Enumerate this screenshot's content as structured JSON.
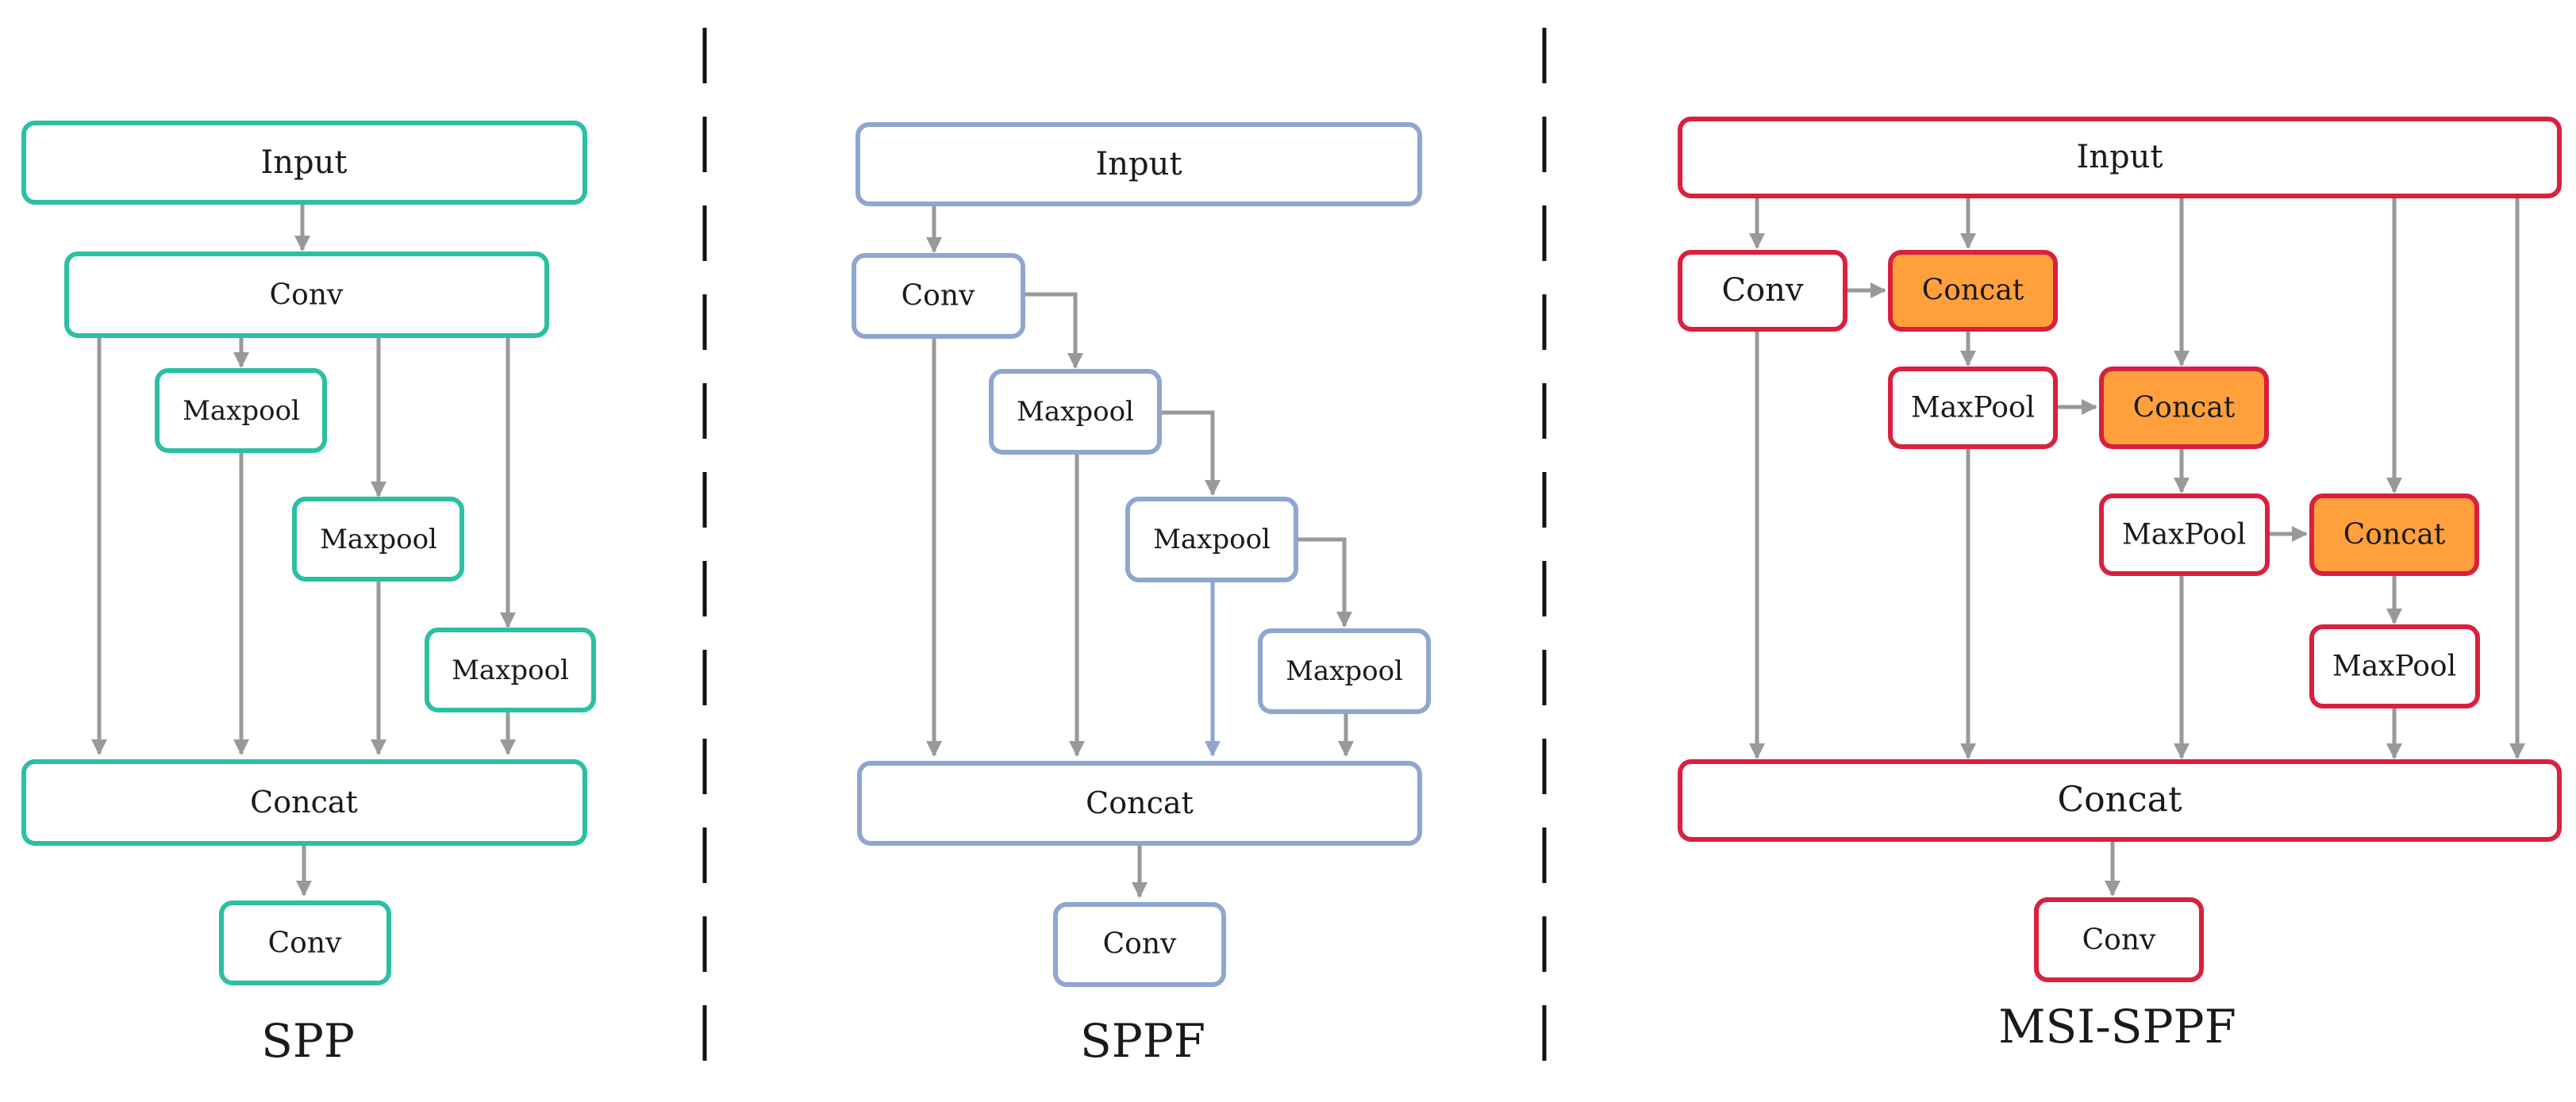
{
  "colors": {
    "spp": "#2bbfa4",
    "sppf": "#8ea6d0",
    "msi": "#d9203f",
    "concat_fill": "#ffa03c",
    "arrow": "#999999",
    "divider": "#111111"
  },
  "spp": {
    "input": "Input",
    "conv_top": "Conv",
    "maxpool_1": "Maxpool",
    "maxpool_2": "Maxpool",
    "maxpool_3": "Maxpool",
    "concat": "Concat",
    "conv_bottom": "Conv",
    "caption": "SPP"
  },
  "sppf": {
    "input": "Input",
    "conv_top": "Conv",
    "maxpool_1": "Maxpool",
    "maxpool_2": "Maxpool",
    "maxpool_3": "Maxpool",
    "concat": "Concat",
    "conv_bottom": "Conv",
    "caption": "SPPF"
  },
  "msi": {
    "input": "Input",
    "conv_top": "Conv",
    "concat_1": "Concat",
    "maxpool_1": "MaxPool",
    "concat_2": "Concat",
    "maxpool_2": "MaxPool",
    "concat_3": "Concat",
    "maxpool_3": "MaxPool",
    "concat": "Concat",
    "conv_bottom": "Conv",
    "caption": "MSI-SPPF"
  }
}
